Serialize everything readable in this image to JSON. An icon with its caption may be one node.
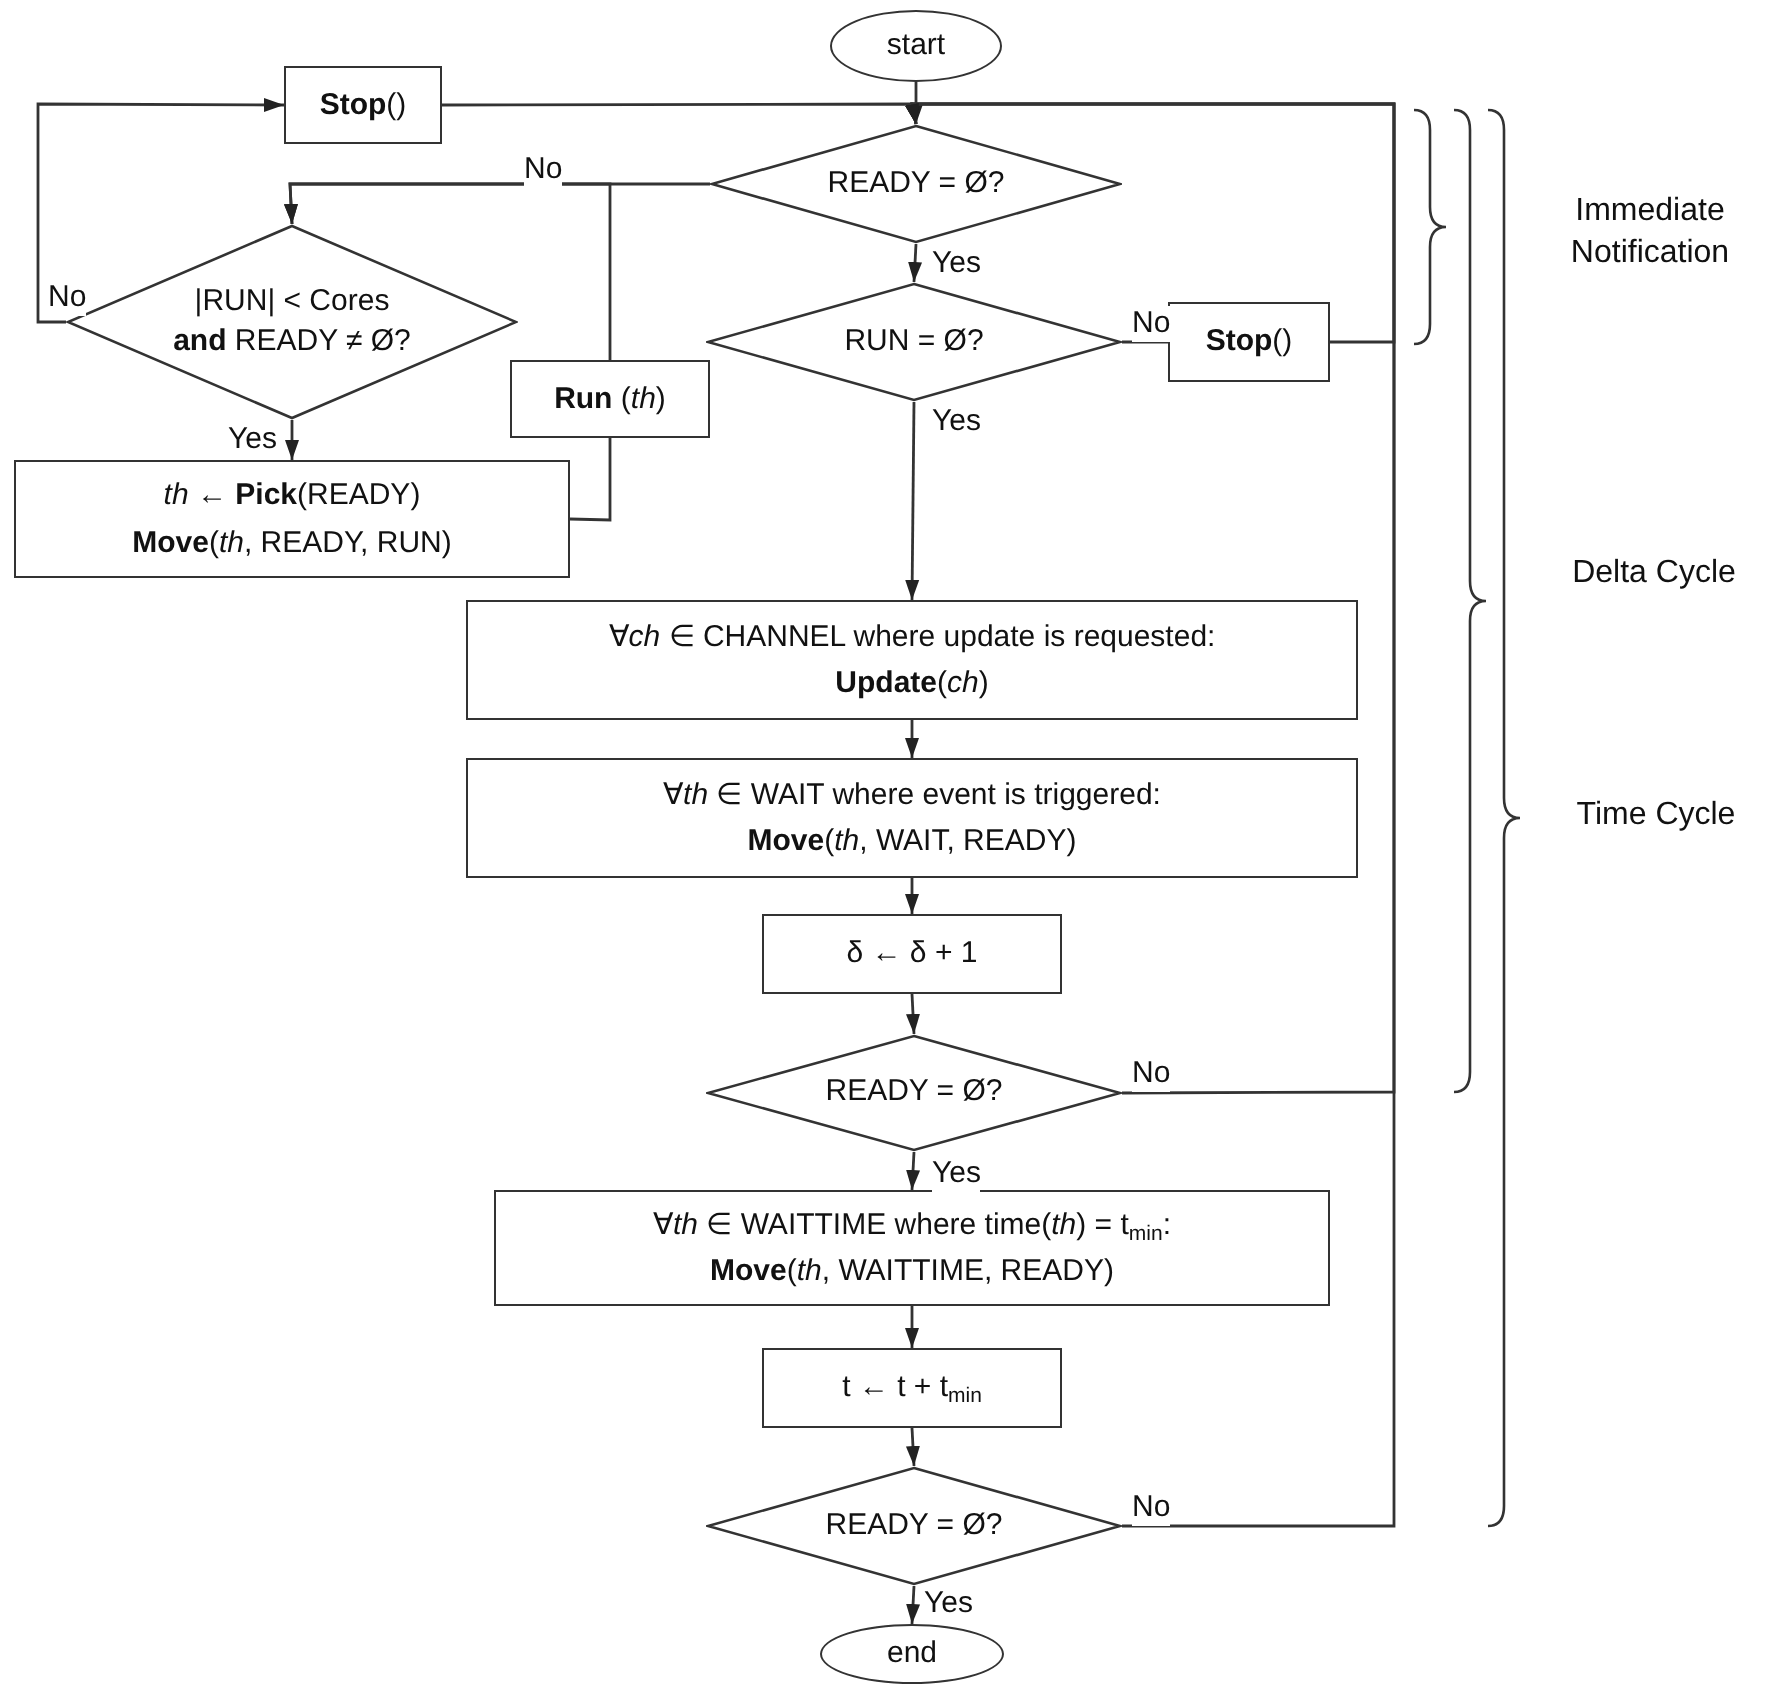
{
  "diagram": {
    "nodes": [
      {
        "text": [
          "start"
        ]
      },
      {
        "text": [
          "**Stop**()"
        ]
      },
      {
        "text": [
          "READY = Ø?"
        ]
      },
      {
        "text": [
          "|RUN| < Cores **and** READY ≠ Ø?"
        ]
      },
      {
        "text": [
          "RUN = Ø?"
        ]
      },
      {
        "text": [
          "**Stop**()"
        ]
      },
      {
        "text": [
          "**Run** (*th*)"
        ]
      },
      {
        "text": [
          "*th* ← **Pick**(READY)",
          "**Move**(*th*, READY, RUN)"
        ]
      },
      {
        "text": [
          "∀*ch* ∈ CHANNEL where update is requested:",
          "**Update**(*ch*)"
        ]
      },
      {
        "text": [
          "∀*th* ∈ WAIT where event is triggered:",
          "**Move**(*th*, WAIT, READY)"
        ]
      },
      {
        "text": [
          "δ ← δ + 1"
        ]
      },
      {
        "text": [
          "READY = Ø?"
        ]
      },
      {
        "text": [
          "∀*th* ∈ WAITTIME where time(*th*) = t$_{min}$:",
          "**Move**(*th*, WAITTIME, READY)"
        ]
      },
      {
        "text": [
          "t ← t + t$_{min}$"
        ]
      },
      {
        "text": [
          "READY = Ø?"
        ]
      },
      {
        "text": [
          "end"
        ]
      }
    ],
    "edges": [
      {
        "from": 0,
        "to": 2,
        "arrow": "to"
      },
      {
        "from": 1,
        "to": 2,
        "arrow": "to"
      },
      {
        "from": 2,
        "to": 3,
        "arrow": "to",
        "label": "No"
      },
      {
        "from": 2,
        "to": 4,
        "arrow": "to",
        "label": "Yes"
      },
      {
        "from": 3,
        "to": 1,
        "arrow": "to",
        "label": "No"
      },
      {
        "from": 3,
        "to": 7,
        "arrow": "to",
        "label": "Yes"
      },
      {
        "from": 7,
        "to": 6,
        "arrow": "none"
      },
      {
        "from": 6,
        "to": 3,
        "arrow": "to"
      },
      {
        "from": 4,
        "to": 5,
        "arrow": "none",
        "label": "No"
      },
      {
        "from": 5,
        "to": 2,
        "arrow": "to"
      },
      {
        "from": 4,
        "to": 8,
        "arrow": "to",
        "label": "Yes"
      },
      {
        "from": 8,
        "to": 9,
        "arrow": "to"
      },
      {
        "from": 9,
        "to": 10,
        "arrow": "to"
      },
      {
        "from": 10,
        "to": 11,
        "arrow": "to"
      },
      {
        "from": 11,
        "to": 12,
        "arrow": "to",
        "label": "Yes"
      },
      {
        "from": 12,
        "to": 13,
        "arrow": "to"
      },
      {
        "from": 13,
        "to": 14,
        "arrow": "to"
      },
      {
        "from": 14,
        "to": 15,
        "arrow": "to",
        "label": "Yes"
      },
      {
        "from": 11,
        "to": 2,
        "arrow": "to",
        "label": "No"
      },
      {
        "from": 14,
        "to": 2,
        "arrow": "to",
        "label": "No"
      }
    ],
    "labels": [
      "Immediate Notification",
      "Delta Cycle",
      "Time Cycle"
    ]
  }
}
